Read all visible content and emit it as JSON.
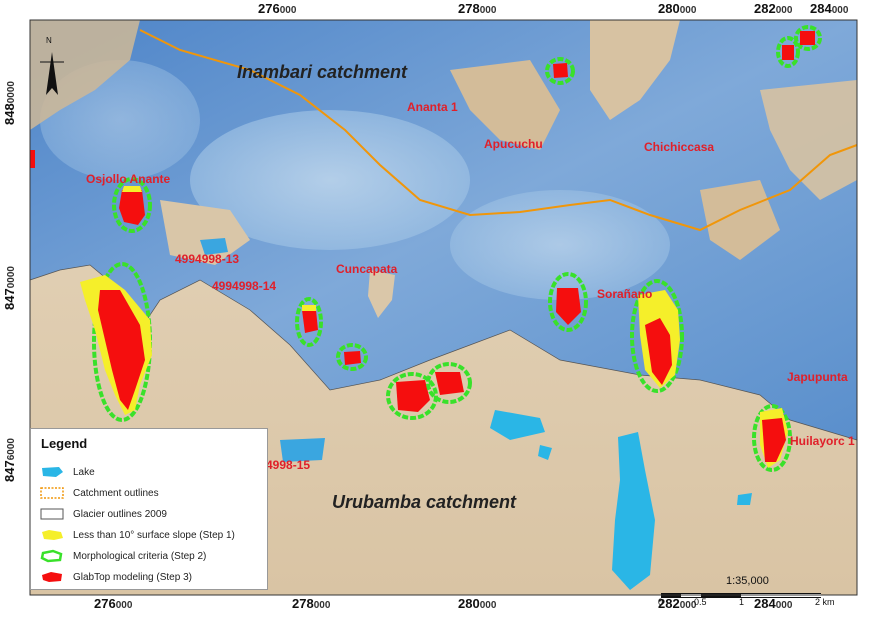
{
  "map": {
    "x_ticks": [
      {
        "major": "276",
        "minor": "000"
      },
      {
        "major": "278",
        "minor": "000"
      },
      {
        "major": "280",
        "minor": "000"
      },
      {
        "major": "282",
        "minor": "000"
      },
      {
        "major": "284",
        "minor": "000"
      }
    ],
    "y_ticks": [
      {
        "major": "848",
        "minor": "0000"
      },
      {
        "major": "847",
        "minor": "0000"
      },
      {
        "major": "847",
        "minor": "6000"
      }
    ],
    "catchments": {
      "north": "Inambari catchment",
      "south": "Urubamba catchment"
    },
    "place_labels": [
      "Ananta 1",
      "Apucuchu",
      "Chichiccasa",
      "Osjollo Anante",
      "4994998-13",
      "4994998-14",
      "Cuncapata",
      "Sorañano",
      "Japupunta",
      "Huilayorc 1",
      "4998-15"
    ],
    "north_arrow": "N",
    "legend": {
      "title": "Legend",
      "items": [
        {
          "label": "Lake",
          "color": "#2ab6e6"
        },
        {
          "label": "Catchment outlines",
          "color": "#f0960a"
        },
        {
          "label": "Glacier outlines 2009",
          "color": "#555555"
        },
        {
          "label": "Less than 10° surface slope (Step 1)",
          "color": "#f5ef2a"
        },
        {
          "label": "Morphological criteria (Step 2)",
          "color": "#39e12a"
        },
        {
          "label": "GlabTop modeling (Step 3)",
          "color": "#f50e0e"
        }
      ]
    },
    "scale": {
      "ratio": "1:35,000",
      "labels": [
        "0",
        "0.5",
        "1",
        "2 km"
      ]
    },
    "colors": {
      "ice": "#5f93d0",
      "terrain": "#d6c0a0",
      "lake": "#2ab6e6",
      "slope": "#f5ef2a",
      "morph": "#39e12a",
      "glabtop": "#f50e0e",
      "catchment": "#f0960a"
    }
  }
}
